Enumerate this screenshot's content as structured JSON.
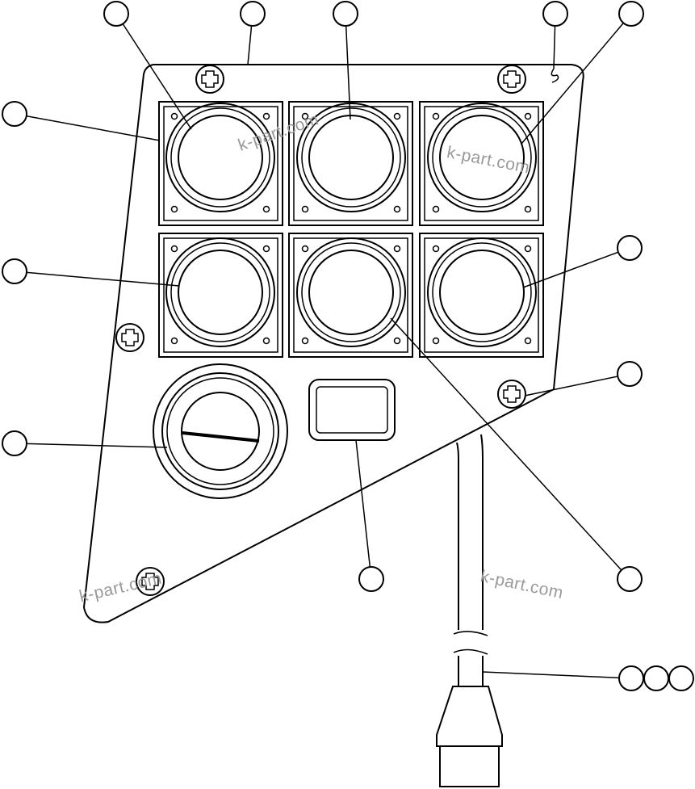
{
  "watermark": {
    "text_1": "k-part.com",
    "text_2": "k-part.com",
    "text_3": "k-part.com",
    "text_4": "k-part.com"
  },
  "colors": {
    "stroke": "#000000",
    "background": "#ffffff",
    "watermark": "#9a9a9a"
  }
}
